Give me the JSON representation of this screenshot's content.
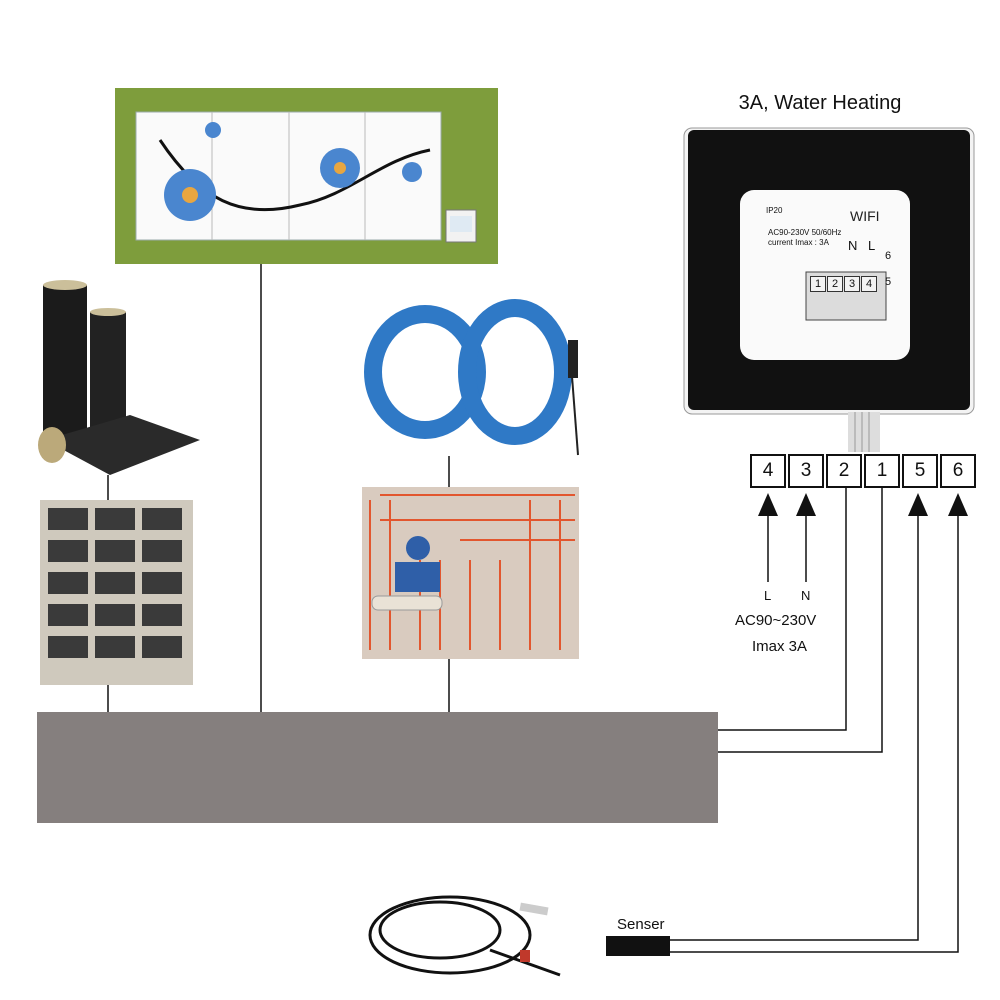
{
  "title": "3A, Water Heating",
  "thermostat": {
    "wifi_label": "WIFI",
    "ip_rating": "IP20",
    "spec_line1": "AC90-230V 50/60Hz",
    "spec_line2": "current Imax : 3A",
    "n_label": "N",
    "l_label": "L",
    "pin_numbers": [
      "1",
      "2",
      "3",
      "4"
    ],
    "pin_right_top": "6",
    "pin_right_bottom": "5"
  },
  "terminals": [
    "4",
    "3",
    "2",
    "1",
    "5",
    "6"
  ],
  "power": {
    "l_label": "L",
    "n_label": "N",
    "voltage_range": "AC90~230V",
    "max_current": "Imax 3A"
  },
  "sensor": {
    "label": "Senser"
  },
  "colors": {
    "wall_panel_bg": "#7e9d3c",
    "load_bar": "#857f7e",
    "cable_blue": "#2f79c6",
    "heating_cable_red": "#e2562e"
  }
}
